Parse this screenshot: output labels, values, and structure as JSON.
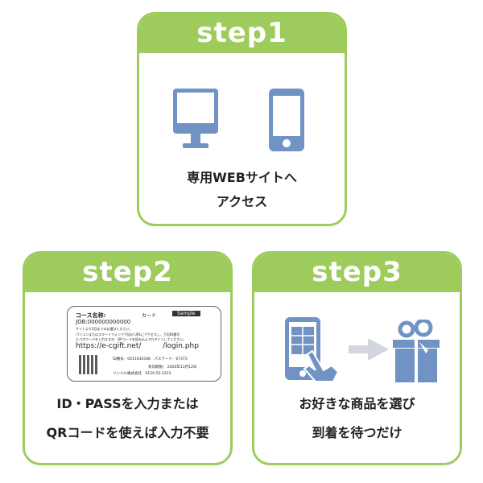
{
  "steps": [
    {
      "title": "step1",
      "caption": [
        "専用WEBサイトへ",
        "アクセス"
      ],
      "icons": [
        "desktop-monitor-icon",
        "smartphone-icon"
      ]
    },
    {
      "title": "step2",
      "caption": [
        "ID・PASSを入力または",
        "QRコードを使えば入力不要"
      ],
      "card": {
        "course": "コース名称:",
        "card_label": "カード",
        "sample": "Sample",
        "job": "JOB:000000000000",
        "note1": "サイトより2回までのお選びください。",
        "note2": "パソコンまたはスマートフォンで下記の URLにアクセスし、下記ID番号",
        "note3": "とパスワードを入力するか、QRコードを読み込んでログインしてください。",
        "url1": "https://e-cgift.net/",
        "url2": "/login.php",
        "id_pass": "ID番号：0011630348　パスワード：67373",
        "expiry": "有効期限： 2020年11月12日",
        "company": "リンベル株式会社　0120-55-3333"
      }
    },
    {
      "title": "step3",
      "caption": [
        "お好きな商品を選び",
        "到着を待つだけ"
      ],
      "icons": [
        "phone-tap-icon",
        "arrow-right-icon",
        "gift-box-icon"
      ]
    }
  ],
  "colors": {
    "accent": "#9dcc5c",
    "icon": "#7093c4",
    "arrow": "#d4d6de"
  }
}
